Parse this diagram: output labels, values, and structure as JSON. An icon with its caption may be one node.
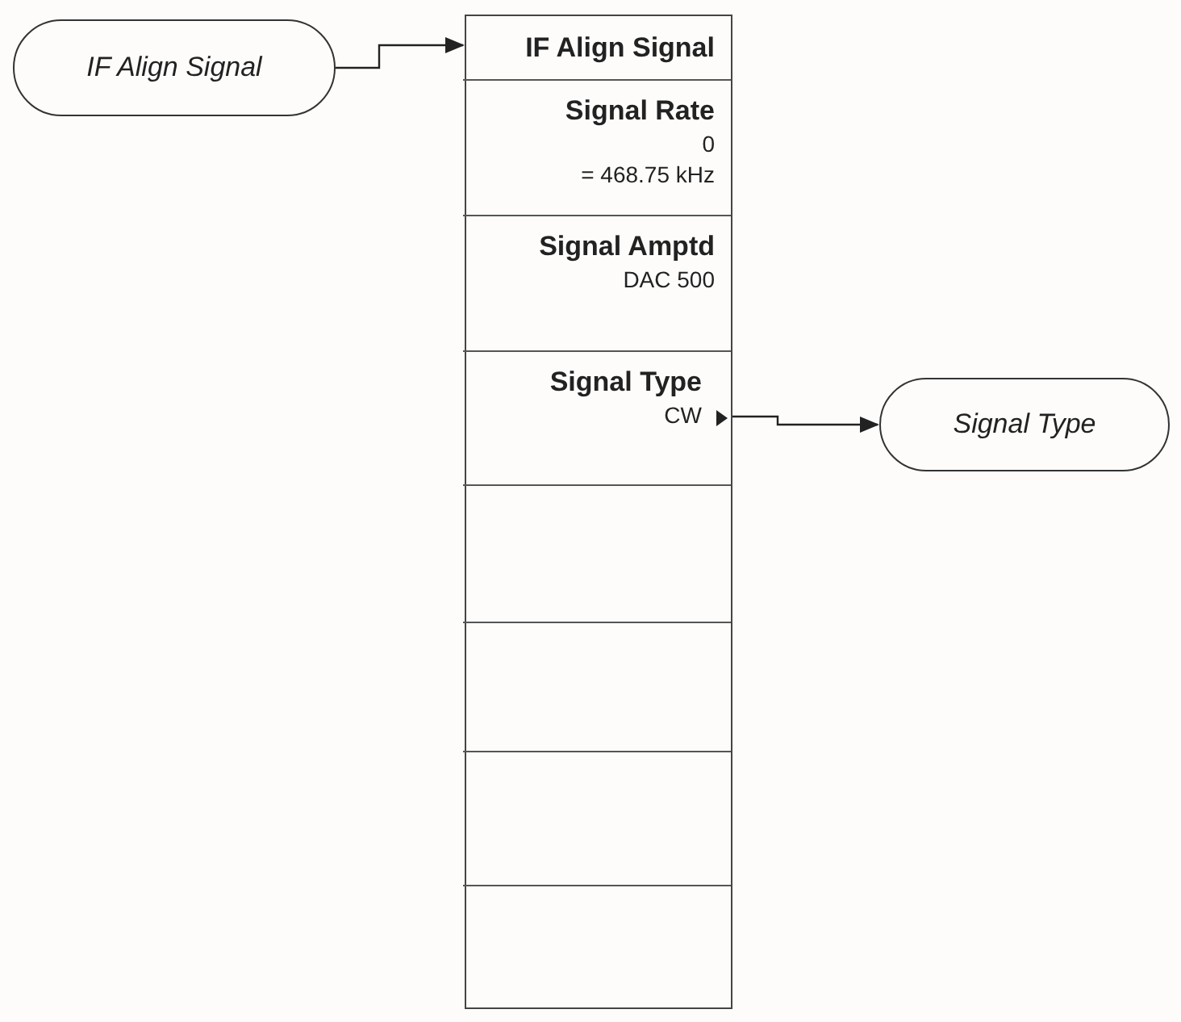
{
  "diagram": {
    "nodes": [
      {
        "text": [
          "IF Align Signal"
        ]
      },
      {
        "text": [
          "IF Align Signal"
        ]
      },
      {
        "text": [
          "Signal Rate",
          "0",
          "= 468.75 kHz"
        ],
        "in": 1
      },
      {
        "text": [
          "Signal Amptd",
          "DAC 500"
        ],
        "in": 1
      },
      {
        "text": [
          "Signal Type",
          "CW"
        ],
        "in": 1
      },
      {
        "text": [],
        "shape": "box",
        "in": 1
      },
      {
        "text": [],
        "shape": "box",
        "in": 1
      },
      {
        "text": [],
        "shape": "box",
        "in": 1
      },
      {
        "text": [],
        "shape": "box",
        "in": 1
      },
      {
        "text": [
          "Signal Type"
        ]
      }
    ],
    "edges": [
      {
        "from": 0,
        "to": 1,
        "arrow": "to"
      },
      {
        "from": 4,
        "to": 9,
        "arrow": "to"
      }
    ]
  }
}
